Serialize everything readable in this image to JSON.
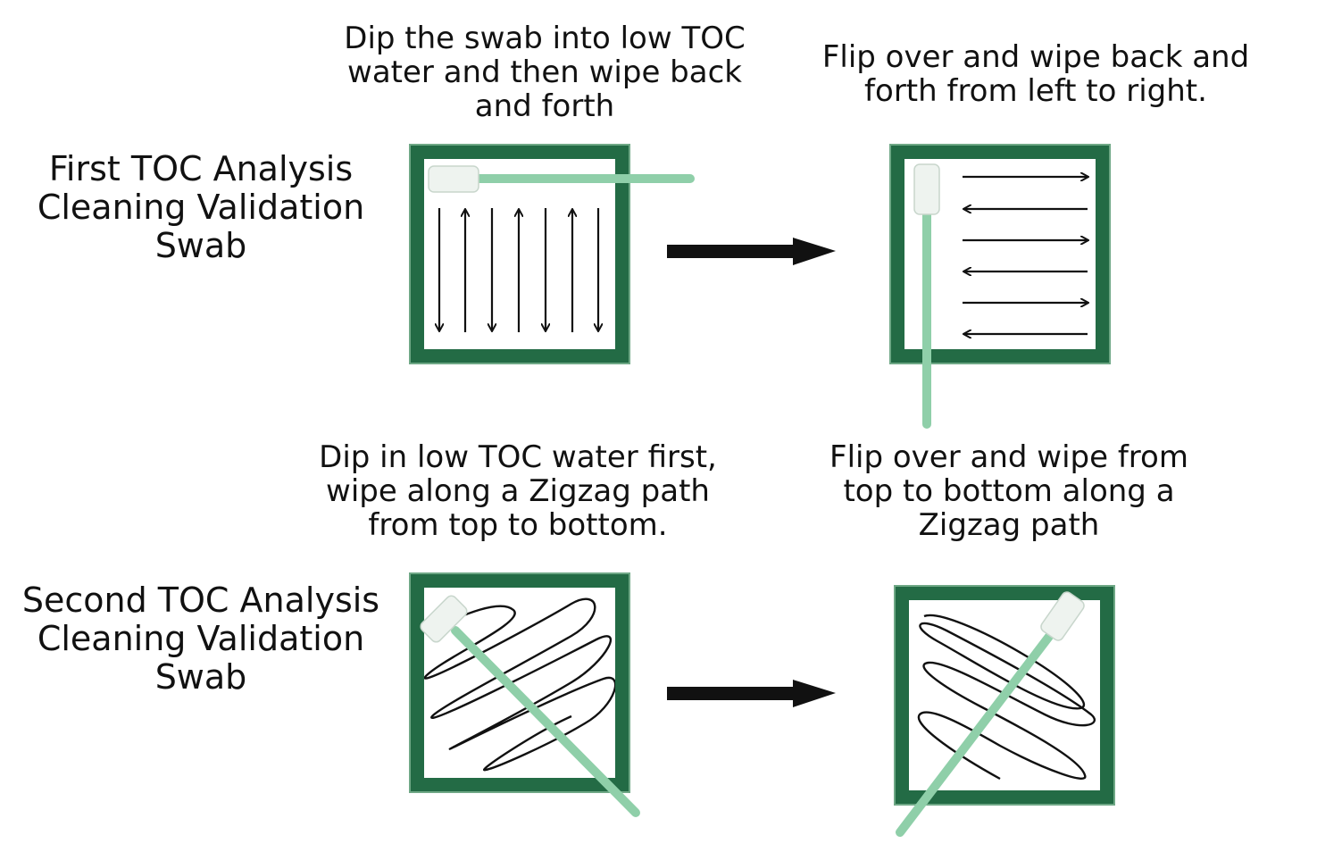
{
  "colors": {
    "frame_green": "#236b45",
    "frame_edge": "#6fa886",
    "swab_stick": "#8fcfa9",
    "swab_head": "#eef3ef",
    "stroke": "#111111"
  },
  "rows": [
    {
      "title": "First TOC Analysis\nCleaning Validation\nSwab",
      "step1_caption": "Dip the swab into low TOC\nwater and then wipe back\nand forth",
      "step2_caption": "Flip over and wipe back and\nforth from left to right.",
      "step1_pattern": "vertical-back-and-forth",
      "step2_pattern": "horizontal-back-and-forth"
    },
    {
      "title": "Second TOC Analysis\nCleaning Validation\nSwab",
      "step1_caption": "Dip in low TOC water first,\nwipe along a Zigzag path\nfrom top to bottom.",
      "step2_caption": "Flip over and wipe from\ntop to bottom along a\nZigzag path",
      "step1_pattern": "zigzag",
      "step2_pattern": "zigzag"
    }
  ],
  "icons": {
    "transition_arrow": "right-arrow-icon",
    "swab": "swab-icon"
  }
}
